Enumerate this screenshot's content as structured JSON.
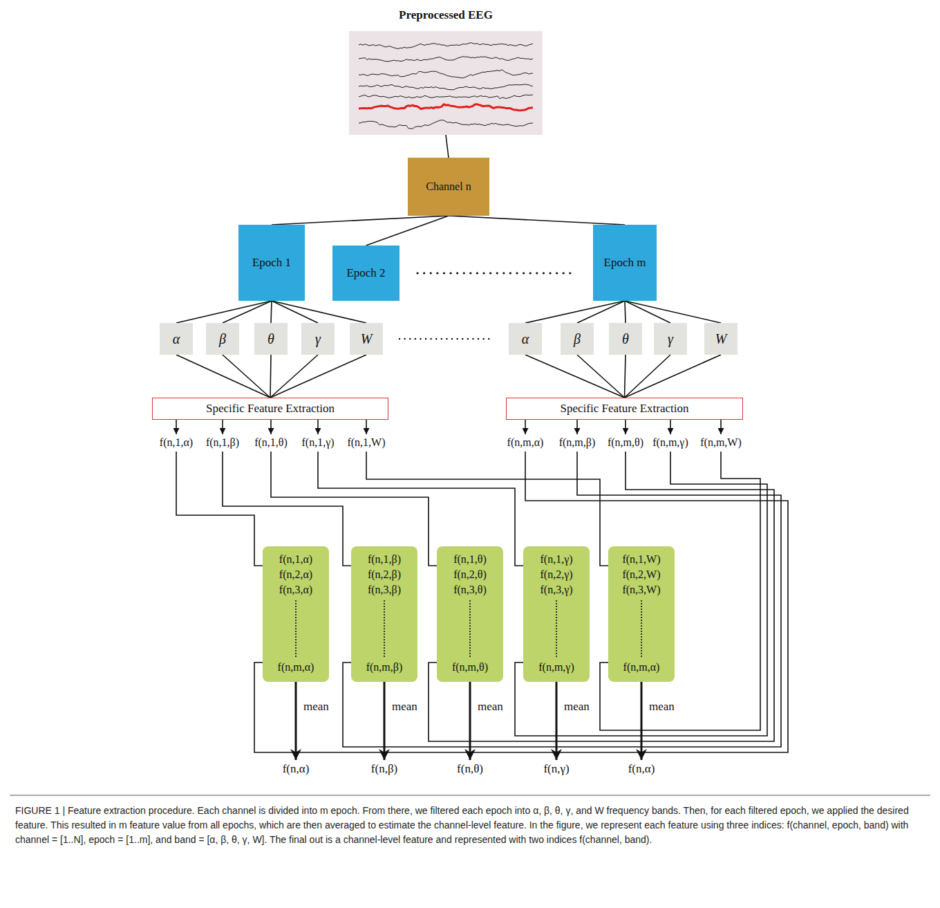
{
  "diagram": {
    "caption": "FIGURE 1 | Feature extraction procedure. Each channel is divided into m epoch. From there, we filtered each epoch into α, β, θ, γ, and W frequency bands. Then, for each filtered epoch, we applied the desired feature. This resulted in m feature value from all epochs, which are then averaged to estimate the channel-level feature. In the figure, we represent each feature using three indices: f(channel, epoch, band) with channel = [1..N], epoch = [1..m], and band = [α, β, θ, γ, W]. The final out is a channel-level feature and represented with two indices f(channel, band).",
    "nodes": [
      {
        "text": [
          "Preprocessed EEG"
        ]
      },
      {
        "text": [
          "Channel n"
        ]
      },
      {
        "text": [
          "Epoch 1"
        ]
      },
      {
        "text": [
          "Epoch 2"
        ]
      },
      {
        "text": [
          "Epoch m"
        ]
      },
      {
        "text": [
          "α"
        ]
      },
      {
        "text": [
          "β"
        ]
      },
      {
        "text": [
          "θ"
        ]
      },
      {
        "text": [
          "γ"
        ]
      },
      {
        "text": [
          "W"
        ]
      },
      {
        "text": [
          "α"
        ]
      },
      {
        "text": [
          "β"
        ]
      },
      {
        "text": [
          "θ"
        ]
      },
      {
        "text": [
          "γ"
        ]
      },
      {
        "text": [
          "W"
        ]
      },
      {
        "text": [
          "Specific Feature Extraction"
        ]
      },
      {
        "text": [
          "Specific Feature Extraction"
        ]
      },
      {
        "text": [
          "f(n,1,α)",
          "f(n,2,α)",
          "f(n,3,α)",
          "f(n,m,α)"
        ]
      },
      {
        "text": [
          "f(n,1,β)",
          "f(n,2,β)",
          "f(n,3,β)",
          "f(n,m,β)"
        ]
      },
      {
        "text": [
          "f(n,1,θ)",
          "f(n,2,θ)",
          "f(n,3,θ)",
          "f(n,m,θ)"
        ]
      },
      {
        "text": [
          "f(n,1,γ)",
          "f(n,2,γ)",
          "f(n,3,γ)",
          "f(n,m,γ)"
        ]
      },
      {
        "text": [
          "f(n,1,W)",
          "f(n,2,W)",
          "f(n,3,W)",
          "f(n,m,α)"
        ]
      }
    ],
    "edges": [
      {
        "from": 0,
        "to": 1,
        "arrow": "none"
      },
      {
        "from": 1,
        "to": 2,
        "arrow": "none"
      },
      {
        "from": 1,
        "to": 3,
        "arrow": "none"
      },
      {
        "from": 1,
        "to": 4,
        "arrow": "none"
      },
      {
        "from": 2,
        "to": 5,
        "arrow": "none"
      },
      {
        "from": 2,
        "to": 6,
        "arrow": "none"
      },
      {
        "from": 2,
        "to": 7,
        "arrow": "none"
      },
      {
        "from": 2,
        "to": 8,
        "arrow": "none"
      },
      {
        "from": 2,
        "to": 9,
        "arrow": "none"
      },
      {
        "from": 4,
        "to": 10,
        "arrow": "none"
      },
      {
        "from": 4,
        "to": 11,
        "arrow": "none"
      },
      {
        "from": 4,
        "to": 12,
        "arrow": "none"
      },
      {
        "from": 4,
        "to": 13,
        "arrow": "none"
      },
      {
        "from": 4,
        "to": 14,
        "arrow": "none"
      },
      {
        "from": 5,
        "to": 15,
        "arrow": "none"
      },
      {
        "from": 6,
        "to": 15,
        "arrow": "none"
      },
      {
        "from": 7,
        "to": 15,
        "arrow": "none"
      },
      {
        "from": 8,
        "to": 15,
        "arrow": "none"
      },
      {
        "from": 9,
        "to": 15,
        "arrow": "none"
      },
      {
        "from": 10,
        "to": 16,
        "arrow": "none"
      },
      {
        "from": 11,
        "to": 16,
        "arrow": "none"
      },
      {
        "from": 12,
        "to": 16,
        "arrow": "none"
      },
      {
        "from": 13,
        "to": 16,
        "arrow": "none"
      },
      {
        "from": 14,
        "to": 16,
        "arrow": "none"
      }
    ],
    "labels": [
      "f(n,1,α)",
      "f(n,1,β)",
      "f(n,1,θ)",
      "f(n,1,γ)",
      "f(n,1,W)",
      "f(n,m,α)",
      "f(n,m,β)",
      "f(n,m,θ)",
      "f(n,m,γ)",
      "f(n,m,W)",
      "mean",
      "mean",
      "mean",
      "mean",
      "mean",
      "f(n,α)",
      "f(n,β)",
      "f(n,θ)",
      "f(n,γ)",
      "f(n,α)"
    ]
  }
}
